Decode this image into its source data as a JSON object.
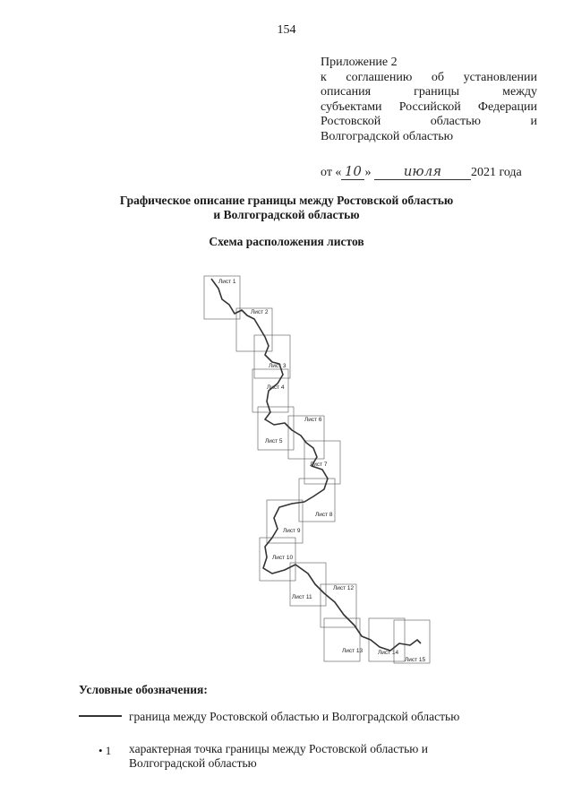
{
  "page_number": "154",
  "appendix": {
    "line1": "Приложение 2",
    "line2": "к соглашению об установлении",
    "line3": "описания границы между",
    "line4": "субъектами Российской Федерации",
    "line5": "Ростовской областью и",
    "line6": "Волгоградской областью"
  },
  "date": {
    "prefix": "от «",
    "day": "10",
    "mid": "»",
    "month": "июля",
    "year": "2021 года"
  },
  "title": {
    "line1": "Графическое описание границы между Ростовской областью",
    "line2": "и Волгоградской областью"
  },
  "scheme_title": "Схема расположения листов",
  "sheets": [
    "Лист 1",
    "Лист 2",
    "Лист 3",
    "Лист 4",
    "Лист 5",
    "Лист 6",
    "Лист 7",
    "Лист 8",
    "Лист 9",
    "Лист 10",
    "Лист 11",
    "Лист 12",
    "Лист 13",
    "Лист 14",
    "Лист 15"
  ],
  "legend": {
    "title": "Условные обозначения:",
    "boundary": "граница между Ростовской областью и Волгоградской областью",
    "point_marker": "• 1",
    "point_line1": "характерная точка границы между Ростовской областью и",
    "point_line2": "Волгоградской областью"
  }
}
